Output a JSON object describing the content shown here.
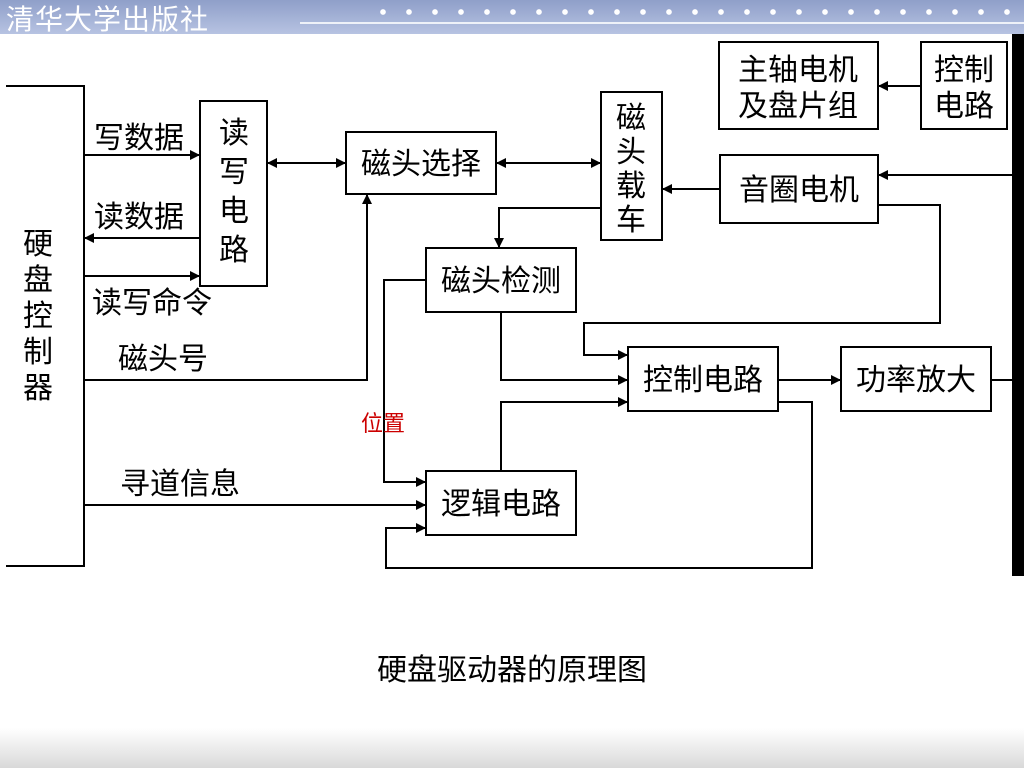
{
  "header": {
    "brand": "清华大学出版社"
  },
  "caption": "硬盘驱动器的原理图",
  "colors": {
    "accent_label": "#cc0000",
    "band": "#aab6da"
  },
  "blocks": {
    "controller": [
      "硬",
      "盘",
      "控",
      "制",
      "器"
    ],
    "rw_circuit": [
      "读",
      "写",
      "电",
      "路"
    ],
    "head_select": "磁头选择",
    "carriage": [
      "磁",
      "头",
      "载",
      "车"
    ],
    "spindle_motor": [
      "主轴电机",
      "及盘片组"
    ],
    "spindle_ctrl": [
      "控制",
      "电路"
    ],
    "voice_coil": "音圈电机",
    "head_detect": "磁头检测",
    "ctrl_circuit": "控制电路",
    "power_amp": "功率放大",
    "logic_circuit": "逻辑电路"
  },
  "signals": {
    "write_data": "写数据",
    "read_data": "读数据",
    "rw_cmd": "读写命令",
    "head_no": "磁头号",
    "position": "位置",
    "seek_info": "寻道信息"
  }
}
